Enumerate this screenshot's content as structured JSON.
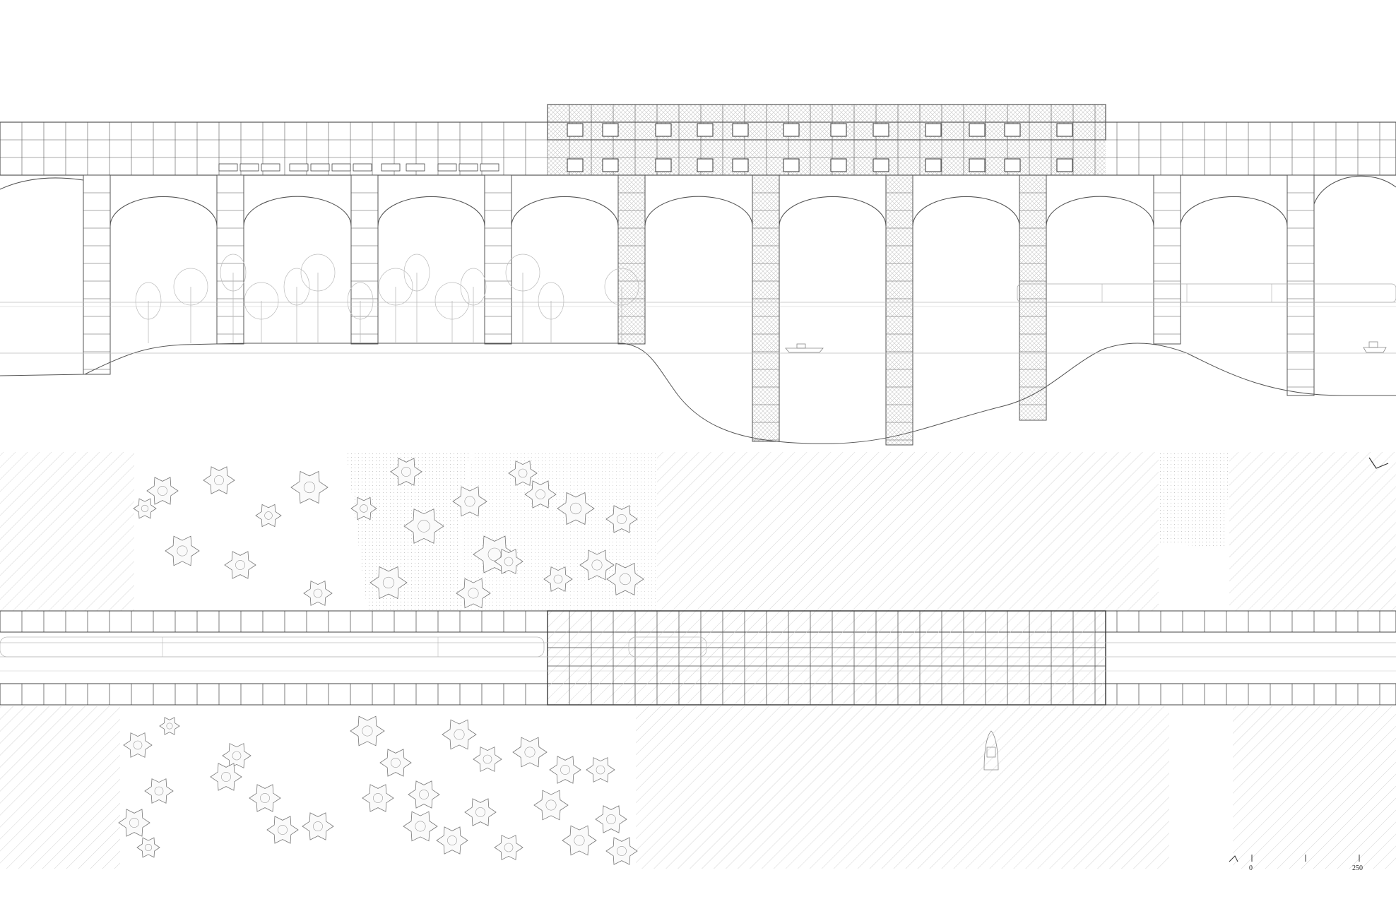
{
  "drawing": {
    "kind": "architectural elevation and plan",
    "line_color": "#555555",
    "light_line_color": "#bbbbbb",
    "hatch_color": "#d0d0d0",
    "background": "#ffffff"
  },
  "scale_bar": {
    "start_label": "0",
    "end_label": "250"
  },
  "icons": [
    "north-arrow-icon",
    "tree-symbol-icon",
    "boat-icon",
    "train-icon"
  ]
}
